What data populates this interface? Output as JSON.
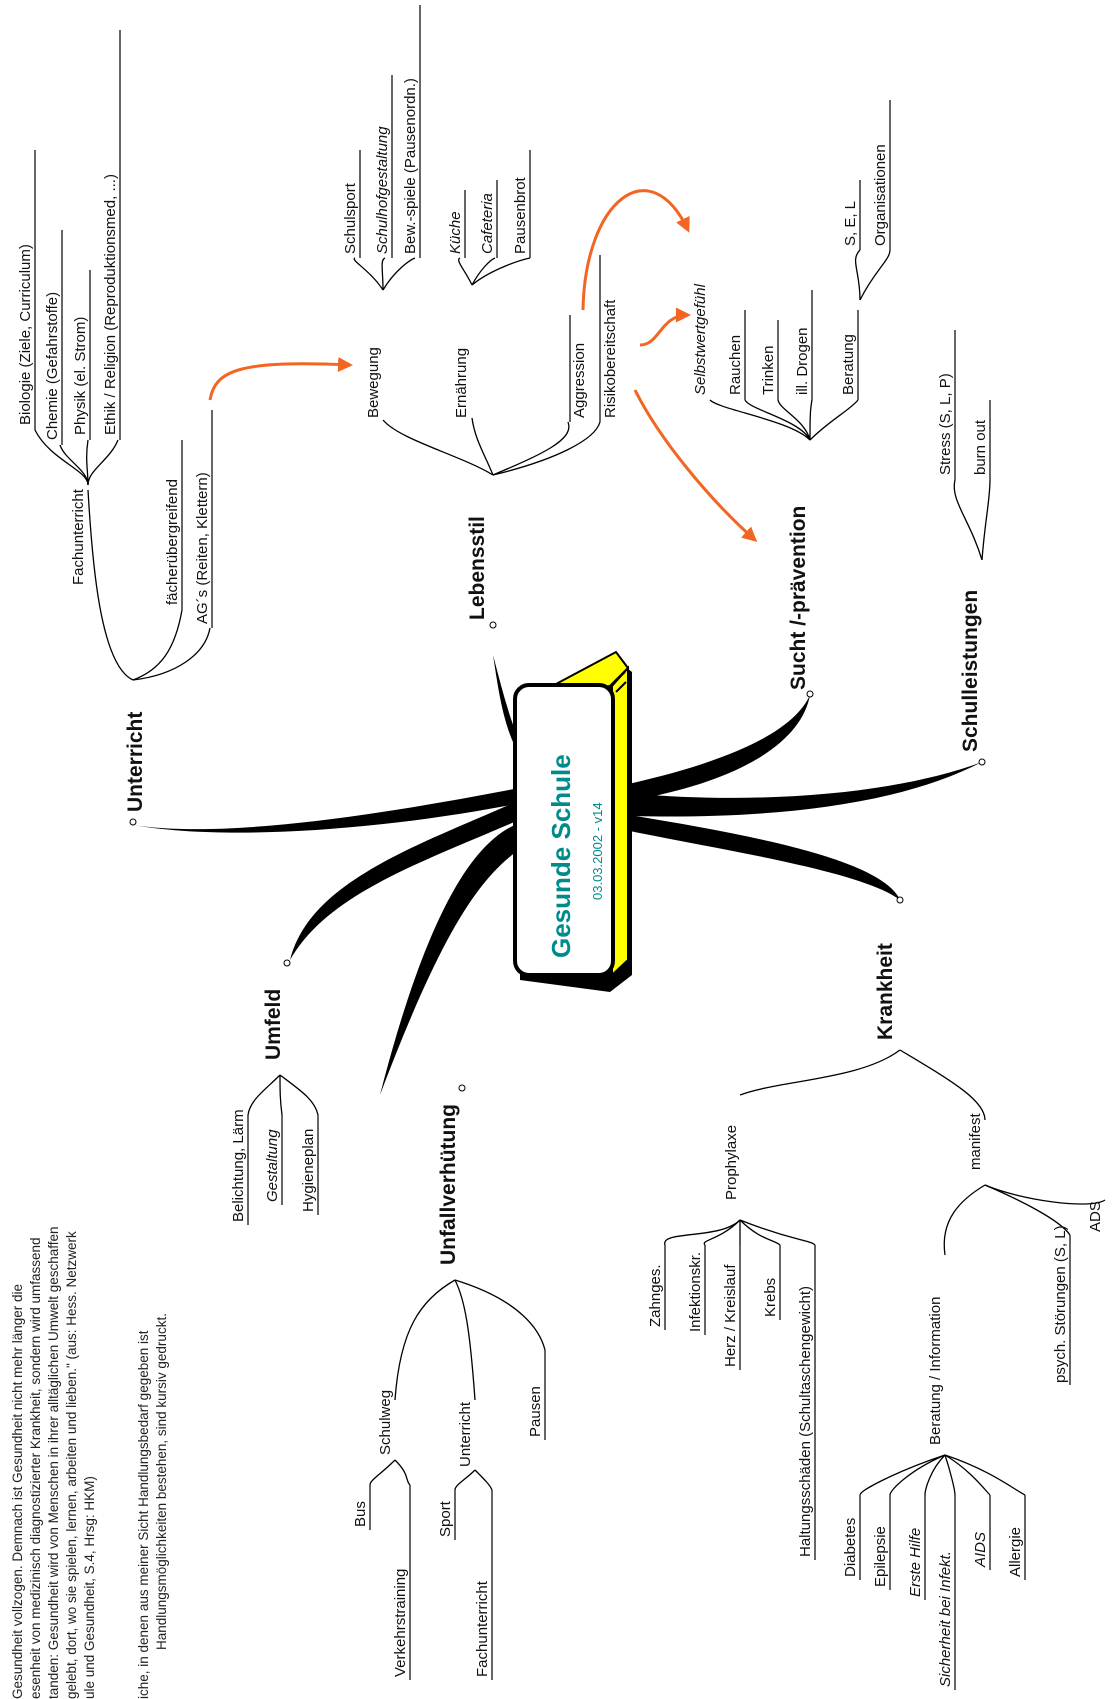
{
  "center": {
    "title": "Gesunde Schule",
    "subtitle": "03.03.2002 - v14",
    "fill_color": "#ffff00",
    "title_color": "#008b8b"
  },
  "accent_color": "#f26522",
  "intro_lines": [
    "Gesundheit vollzogen. Demnach ist Gesundheit nicht mehr länger die",
    "esenheit von medizinisch diagnostizierter Krankheit, sondern wird umfassend",
    "tanden: Gesundheit wird von Menschen in ihrer alltäglichen Umwelt geschaffen",
    "gelebt, dort, wo sie spielen, lernen, arbeiten und lieben.\" (aus: Hess. Netzwerk",
    "ule und Gesundheit, S.4, Hrsg: HKM)",
    "iche, in denen aus meiner Sicht Handlungsbedarf gegeben ist",
    "Handlungsmöglichkeiten bestehen, sind kursiv gedruckt."
  ],
  "branches": {
    "unterricht": {
      "label": "Unterricht",
      "fachunterricht": "Fachunterricht",
      "biologie": "Biologie (Ziele, Curriculum)",
      "chemie": "Chemie (Gefahrstoffe)",
      "physik": "Physik (el. Strom)",
      "ethik": "Ethik / Religion (Reproduktionsmed, ...)",
      "faecher": "fächerübergreifend",
      "ags": "AG´s (Reiten, Klettern)"
    },
    "lebensstil": {
      "label": "Lebensstil",
      "bewegung": "Bewegung",
      "schulsport": "Schulsport",
      "schulhof": "Schulhofgestaltung",
      "bewspiele": "Bew.-spiele (Pausenordn.)",
      "ernaehrung": "Ernährung",
      "kueche": "Küche",
      "cafeteria": "Cafeteria",
      "pausenbrot": "Pausenbrot",
      "aggression": "Aggression",
      "risiko": "Risikobereitschaft"
    },
    "sucht": {
      "label": "Sucht /-prävention",
      "selbstwert": "Selbstwertgefühl",
      "rauchen": "Rauchen",
      "trinken": "Trinken",
      "drogen": "ill. Drogen",
      "beratung": "Beratung",
      "sel": "S, E, L",
      "organisationen": "Organisationen"
    },
    "schulleistungen": {
      "label": "Schulleistungen",
      "stress": "Stress (S, L, P)",
      "burnout": "burn out"
    },
    "krankheit": {
      "label": "Krankheit",
      "prophylaxe": "Prophylaxe",
      "zahnges": "Zahnges.",
      "infektionskr": "Infektionskr.",
      "herz": "Herz / Kreislauf",
      "krebs": "Krebs",
      "haltung": "Haltungsschäden (Schultaschengewicht)",
      "manifest": "manifest",
      "beratung_info": "Beratung / Information",
      "diabetes": "Diabetes",
      "epilepsie": "Epilepsie",
      "erstehilfe": "Erste Hilfe",
      "sicherheit": "Sicherheit bei Infekt.",
      "aids": "AIDS",
      "allergie": "Allergie",
      "psych": "psych. Störungen (S, L)",
      "ads": "ADS"
    },
    "unfallverhuetung": {
      "label": "Unfallverhütung",
      "schulweg": "Schulweg",
      "bus": "Bus",
      "verkehr": "Verkehrstraining",
      "unterricht": "Unterricht",
      "sport": "Sport",
      "fachunterricht": "Fachunterricht",
      "pausen": "Pausen"
    },
    "umfeld": {
      "label": "Umfeld",
      "belichtung": "Belichtung, Lärm",
      "gestaltung": "Gestaltung",
      "hygiene": "Hygieneplan"
    }
  }
}
